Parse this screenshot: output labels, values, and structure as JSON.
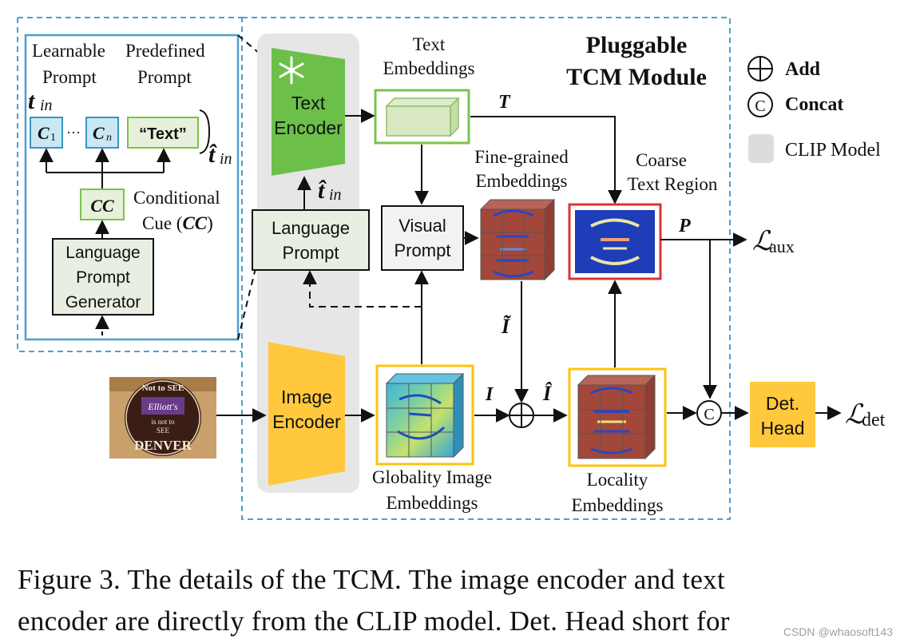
{
  "legend": {
    "add_label": "Add",
    "concat_label": "Concat",
    "concat_symbol": "C",
    "clip_label": "CLIP Model"
  },
  "module_title": [
    "Pluggable",
    "TCM Module"
  ],
  "prompt_generator": {
    "learnable_prompt": [
      "Learnable",
      "Prompt"
    ],
    "predefined_prompt": [
      "Predefined",
      "Prompt"
    ],
    "t_in": "t",
    "t_in_sub": "in",
    "c1": "C",
    "c1_sub": "1",
    "dots": "···",
    "cn": "C",
    "cn_sub": "n",
    "text_token": "“Text”",
    "t_hat_in": "t̂",
    "t_hat_in_sub": "in",
    "cc_box": "CC",
    "conditional_cue": [
      "Conditional",
      "Cue (",
      "CC",
      ")"
    ],
    "generator": [
      "Language",
      "Prompt",
      "Generator"
    ]
  },
  "blocks": {
    "text_encoder": [
      "Text",
      "Encoder"
    ],
    "t_hat_in": "t̂",
    "t_hat_in_sub": "in",
    "language_prompt": [
      "Language",
      "Prompt"
    ],
    "visual_prompt": [
      "Visual",
      "Prompt"
    ],
    "text_embeddings": [
      "Text",
      "Embeddings"
    ],
    "T_label": "T",
    "fine_grained": [
      "Fine-grained",
      "Embeddings"
    ],
    "coarse_region": [
      "Coarse",
      "Text Region"
    ],
    "P_label": "P",
    "loss_aux": "ℒ",
    "loss_aux_sub": "aux",
    "image_encoder": [
      "Image",
      "Encoder"
    ],
    "I_label": "I",
    "I_tilde": "Ĩ",
    "I_hat": "Î",
    "globality": [
      "Globality Image",
      "Embeddings"
    ],
    "locality": [
      "Locality",
      "Embeddings"
    ],
    "det_head": [
      "Det.",
      "Head"
    ],
    "loss_det": "ℒ",
    "loss_det_sub": "det",
    "concat_symbol": "C"
  },
  "input_image": {
    "lines": [
      "Not to SEE",
      "Elliott's",
      "is not to",
      "SEE",
      "DENVER"
    ]
  },
  "caption": {
    "line1": "Figure 3.  The details of the TCM. The image encoder and text",
    "line2": "encoder are directly from the CLIP model.  Det. Head short for"
  },
  "watermark": "CSDN @whaosoft143",
  "colors": {
    "dashed_border": "#4b9fd0",
    "text_encoder": "#6cc04a",
    "image_encoder": "#ffc83d",
    "clip_backdrop": "#e6e6e6",
    "green_box_fill": "#e7f0da",
    "green_border": "#7cc24c",
    "det_head": "#ffc83d",
    "coarse_border": "#d9343a",
    "feature_red": "#a3473a",
    "feature_blue": "#2b44c9"
  }
}
